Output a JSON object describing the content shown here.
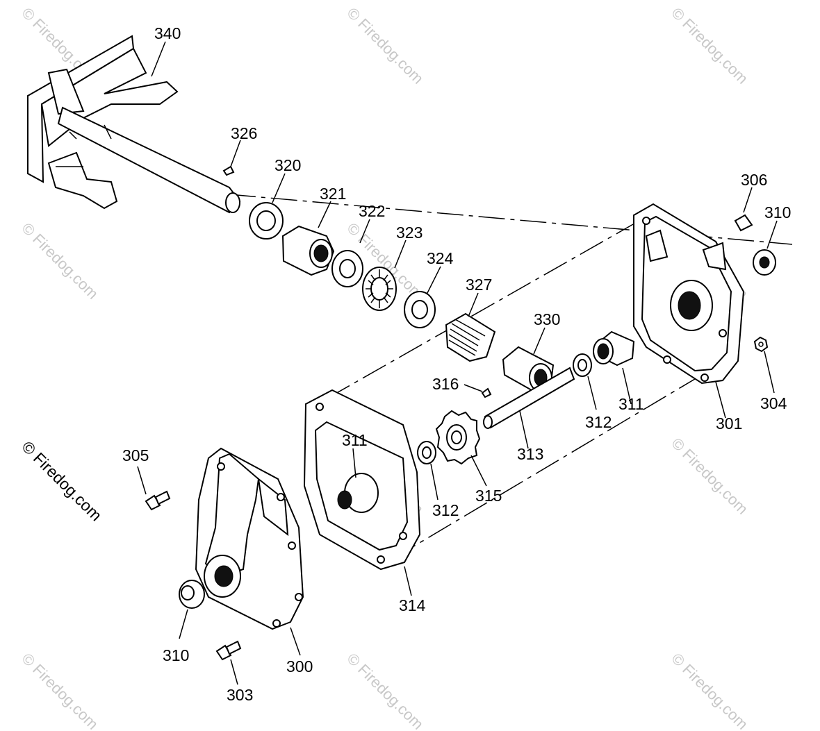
{
  "watermark": {
    "text": "© Firedog.com",
    "side_text": "© Firedog.com"
  },
  "callouts": {
    "c340": "340",
    "c326": "326",
    "c320": "320",
    "c321": "321",
    "c322": "322",
    "c323": "323",
    "c324": "324",
    "c327": "327",
    "c330": "330",
    "c306": "306",
    "c310_right": "310",
    "c316": "316",
    "c311_right": "311",
    "c312_right": "312",
    "c313": "313",
    "c301": "301",
    "c304": "304",
    "c305": "305",
    "c311_left": "311",
    "c312_left": "312",
    "c315": "315",
    "c314": "314",
    "c310_left": "310",
    "c300": "300",
    "c303": "303"
  }
}
